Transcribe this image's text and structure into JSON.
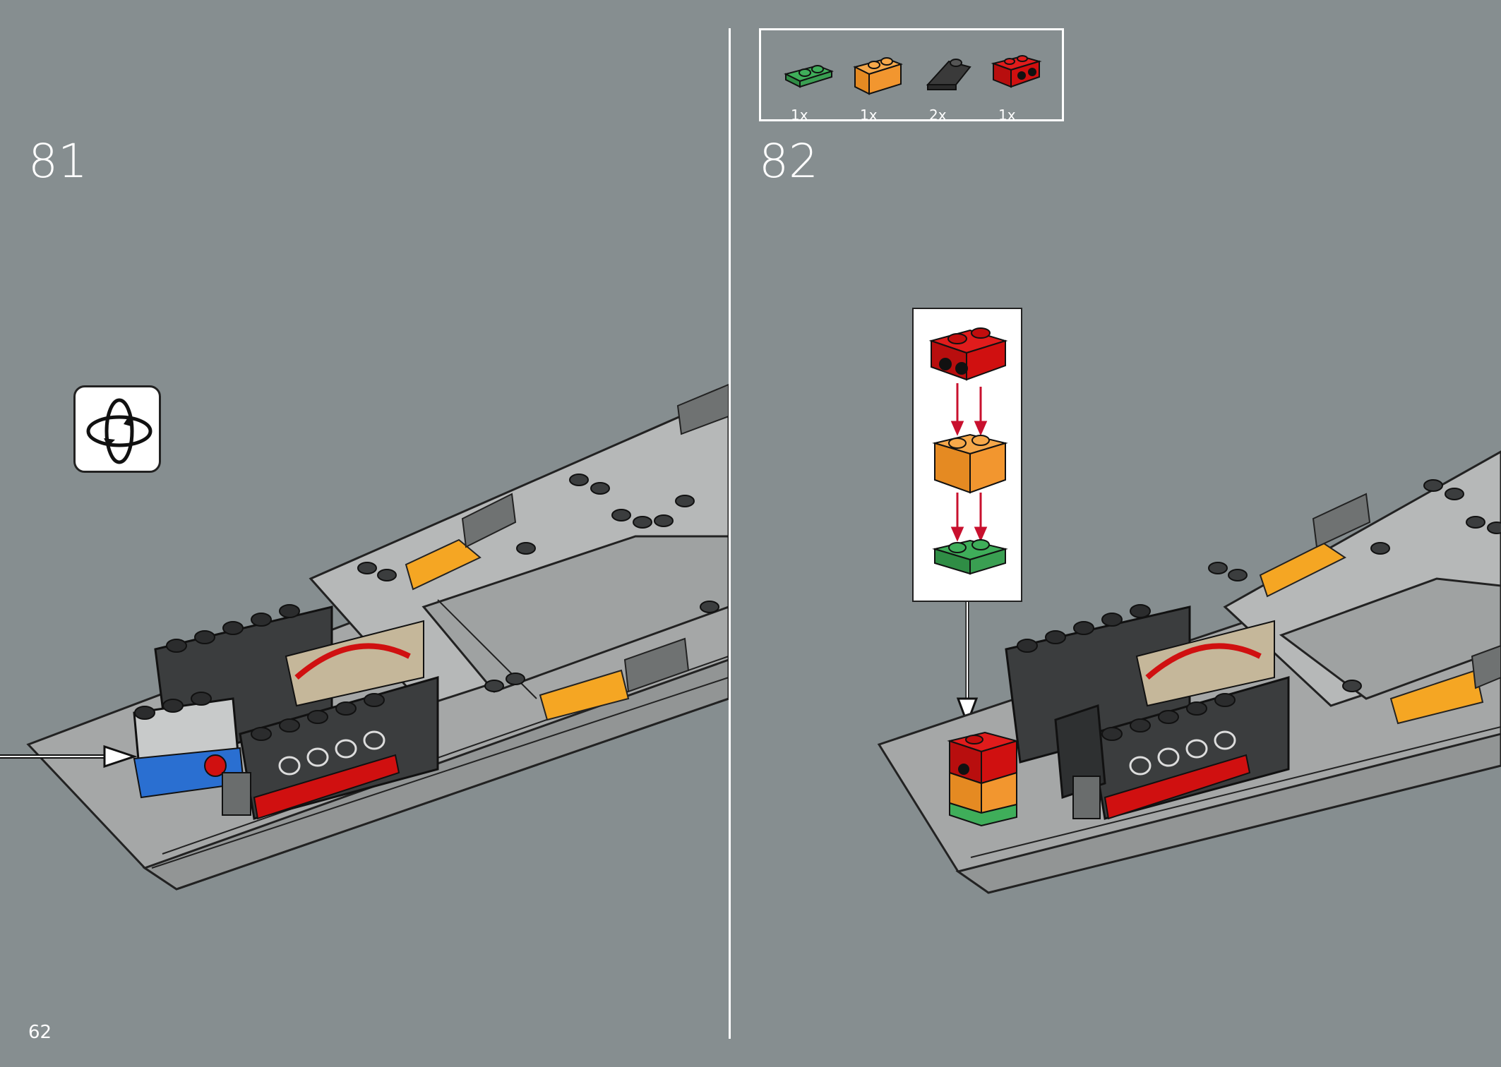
{
  "left_page": {
    "step_number": "81",
    "page_number": "62",
    "rotate_icon": "rotate-model-icon"
  },
  "right_page": {
    "step_number": "82",
    "parts_list": [
      {
        "name": "green-plate-1x2-icon",
        "color": "#3fae5a",
        "qty": "1x"
      },
      {
        "name": "orange-brick-1x2-icon",
        "color": "#f2962f",
        "qty": "1x"
      },
      {
        "name": "dark-slope-icon",
        "color": "#3a3a3a",
        "qty": "2x"
      },
      {
        "name": "red-bracket-icon",
        "color": "#d01010",
        "qty": "1x"
      }
    ]
  },
  "colors": {
    "background": "#868e90",
    "model_grey": "#a5a7a7",
    "dark_grey": "#3b3d3e",
    "accent_yellow": "#f5a623"
  }
}
